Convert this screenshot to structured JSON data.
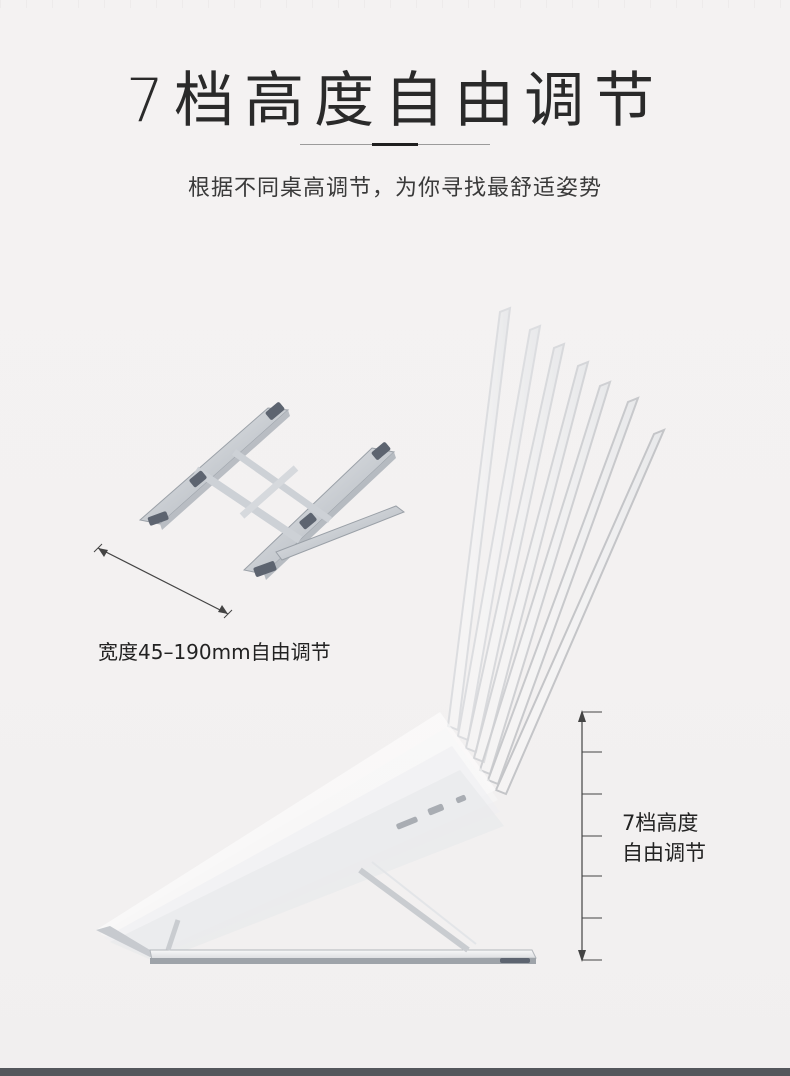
{
  "header": {
    "title": "7档高度自由调节",
    "subtitle": "根据不同桌高调节，为你寻找最舒适姿势"
  },
  "width_callout": {
    "label": "宽度45–190mm自由调节"
  },
  "height_callout": {
    "line1": "7档高度",
    "line2": "自由调节"
  },
  "colors": {
    "background": "#f3f1f1",
    "title": "#2a2a2a",
    "aluminum": "#cfd2d6",
    "pad": "#5d6470",
    "bottom_bar": "#54575c"
  }
}
